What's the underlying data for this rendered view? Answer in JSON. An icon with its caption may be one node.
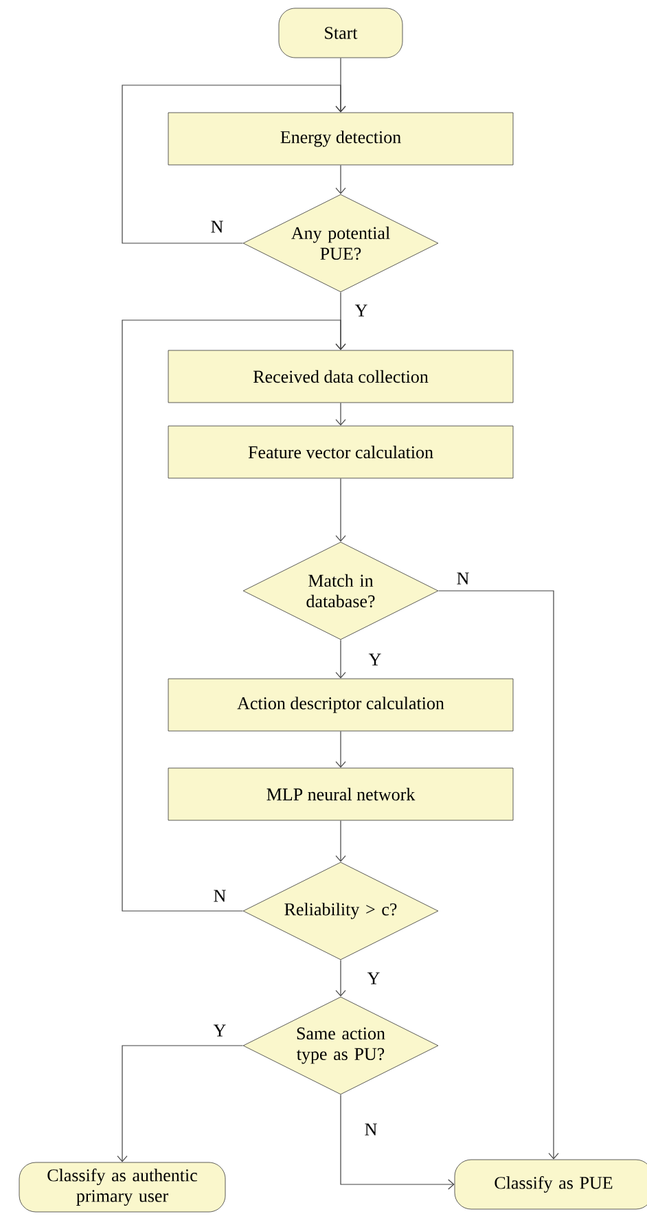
{
  "diagram": {
    "nodes": [
      {
        "text": [
          "Start"
        ]
      },
      {
        "text": [
          "Energy detection"
        ]
      },
      {
        "text": [
          "Any potential PUE?"
        ]
      },
      {
        "text": [
          "Received data collection"
        ]
      },
      {
        "text": [
          "Feature vector calculation"
        ]
      },
      {
        "text": [
          "Match in database?"
        ]
      },
      {
        "text": [
          "Action descriptor calculation"
        ]
      },
      {
        "text": [
          "MLP neural network"
        ]
      },
      {
        "text": [
          "Reliability > c?"
        ]
      },
      {
        "text": [
          "Same action type as PU?"
        ]
      },
      {
        "text": [
          "Classify as authentic primary user"
        ]
      },
      {
        "text": [
          "Classify as PUE"
        ]
      }
    ],
    "edges": [
      {
        "from": 0,
        "to": 1,
        "arrow": "to"
      },
      {
        "from": 1,
        "to": 2,
        "arrow": "to"
      },
      {
        "from": 2,
        "to": 1,
        "arrow": "to",
        "label": "N"
      },
      {
        "from": 2,
        "to": 3,
        "arrow": "to",
        "label": "Y"
      },
      {
        "from": 3,
        "to": 4,
        "arrow": "to"
      },
      {
        "from": 4,
        "to": 5,
        "arrow": "to"
      },
      {
        "from": 5,
        "to": 11,
        "arrow": "to",
        "label": "N"
      },
      {
        "from": 5,
        "to": 6,
        "arrow": "to",
        "label": "Y"
      },
      {
        "from": 6,
        "to": 7,
        "arrow": "to"
      },
      {
        "from": 7,
        "to": 8,
        "arrow": "to"
      },
      {
        "from": 8,
        "to": 3,
        "arrow": "to",
        "label": "N"
      },
      {
        "from": 8,
        "to": 9,
        "arrow": "to",
        "label": "Y"
      },
      {
        "from": 9,
        "to": 10,
        "arrow": "to",
        "label": "Y"
      },
      {
        "from": 9,
        "to": 11,
        "arrow": "to",
        "label": "N"
      }
    ]
  }
}
